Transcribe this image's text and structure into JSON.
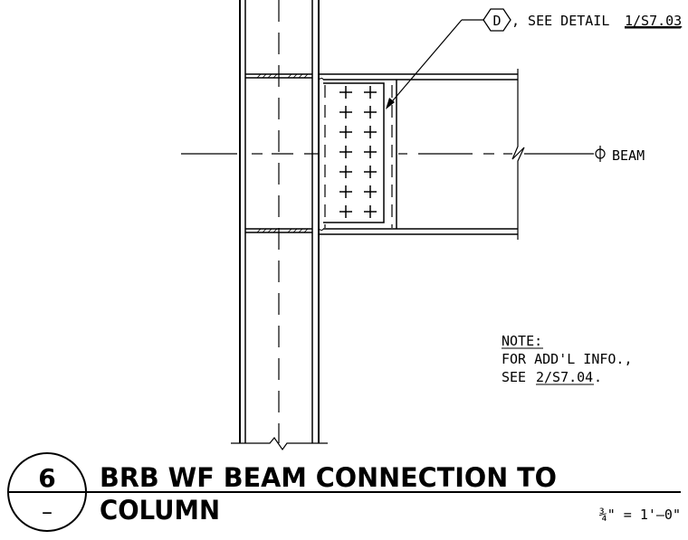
{
  "callout": {
    "tag": "D",
    "text": ", SEE DETAIL ",
    "ref": "1/S7.03"
  },
  "beam_label": "BEAM",
  "note": {
    "heading": "NOTE:",
    "line1": "FOR ADD'L INFO.,",
    "line2_prefix": "SEE ",
    "line2_ref": "2/S7.04",
    "line2_suffix": "."
  },
  "title_block": {
    "number": "6",
    "sheet": "–",
    "title_line1": "BRB WF BEAM CONNECTION TO",
    "title_line2": "COLUMN",
    "scale": "¾\" = 1'–0\""
  },
  "colors": {
    "ink": "#000000",
    "paper": "#ffffff"
  }
}
